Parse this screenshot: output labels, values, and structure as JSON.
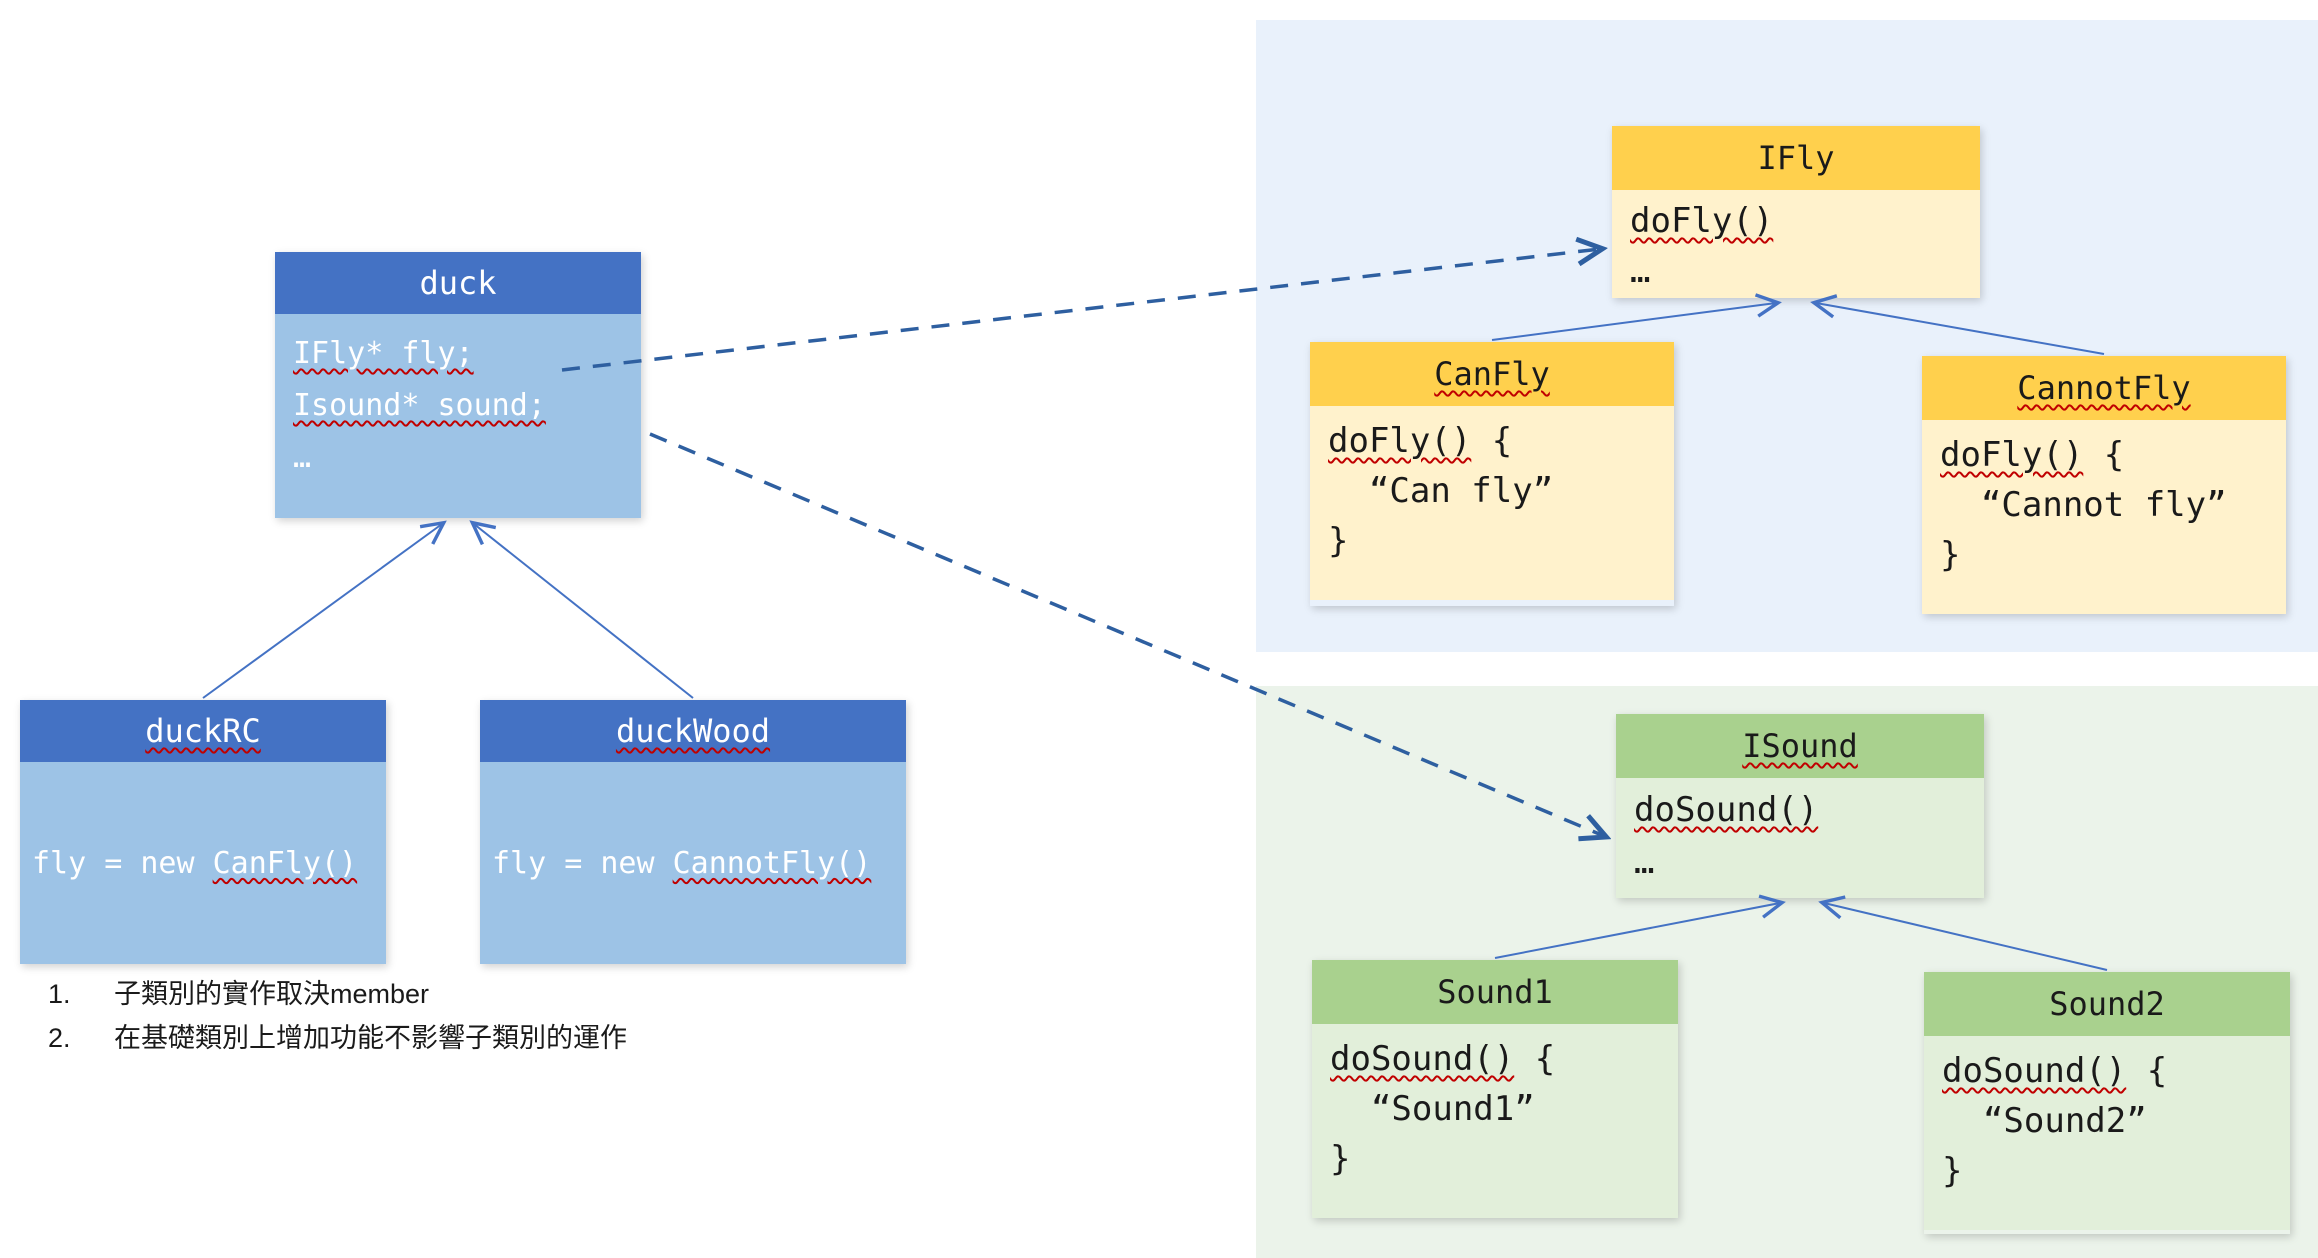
{
  "colors": {
    "blue_header": "#4472C4",
    "blue_body": "#9DC3E6",
    "yellow_header": "#FFD04D",
    "yellow_body": "#FFF2CC",
    "green_header": "#A9D18E",
    "green_body": "#E2EFDA",
    "fly_panel_bg": "#E9F1FB",
    "sound_panel_bg": "#EBF3EA",
    "inheritance_arrow": "#4472C4",
    "dashed_arrow": "#2E5FA0",
    "spellcheck_underline": "#C00000"
  },
  "classes": {
    "duck": {
      "title": "duck",
      "body": [
        {
          "segments": [
            {
              "text": "IFly* fly;",
              "wavy": true
            }
          ]
        },
        {
          "segments": [
            {
              "text": "Isound* sound;",
              "wavy": true
            }
          ]
        },
        {
          "segments": [
            {
              "text": "…",
              "wavy": false
            }
          ]
        }
      ]
    },
    "duckRC": {
      "title": "duckRC",
      "body": [
        {
          "segments": [
            {
              "text": "fly = new ",
              "wavy": false
            },
            {
              "text": "CanFly()",
              "wavy": true
            }
          ]
        }
      ]
    },
    "duckWood": {
      "title": "duckWood",
      "body": [
        {
          "segments": [
            {
              "text": "fly = new ",
              "wavy": false
            },
            {
              "text": "CannotFly()",
              "wavy": true
            }
          ]
        }
      ]
    },
    "IFly": {
      "title": "IFly",
      "body": [
        {
          "segments": [
            {
              "text": "doFly()",
              "wavy": true
            }
          ]
        },
        {
          "segments": [
            {
              "text": "…",
              "wavy": false
            }
          ]
        }
      ]
    },
    "CanFly": {
      "title": "CanFly",
      "body": [
        {
          "segments": [
            {
              "text": "doFly()",
              "wavy": true
            },
            {
              "text": " {",
              "wavy": false
            }
          ]
        },
        {
          "segments": [
            {
              "text": "  “Can fly”",
              "wavy": false
            }
          ]
        },
        {
          "segments": [
            {
              "text": "}",
              "wavy": false
            }
          ]
        }
      ]
    },
    "CannotFly": {
      "title": "CannotFly",
      "body": [
        {
          "segments": [
            {
              "text": "doFly()",
              "wavy": true
            },
            {
              "text": " {",
              "wavy": false
            }
          ]
        },
        {
          "segments": [
            {
              "text": "  “Cannot fly”",
              "wavy": false
            }
          ]
        },
        {
          "segments": [
            {
              "text": "}",
              "wavy": false
            }
          ]
        }
      ]
    },
    "ISound": {
      "title": "ISound",
      "body": [
        {
          "segments": [
            {
              "text": "doSound()",
              "wavy": true
            }
          ]
        },
        {
          "segments": [
            {
              "text": "…",
              "wavy": false
            }
          ]
        }
      ]
    },
    "Sound1": {
      "title": "Sound1",
      "body": [
        {
          "segments": [
            {
              "text": "doSound()",
              "wavy": true
            },
            {
              "text": " {",
              "wavy": false
            }
          ]
        },
        {
          "segments": [
            {
              "text": "  “Sound1”",
              "wavy": false
            }
          ]
        },
        {
          "segments": [
            {
              "text": "}",
              "wavy": false
            }
          ]
        }
      ]
    },
    "Sound2": {
      "title": "Sound2",
      "body": [
        {
          "segments": [
            {
              "text": "doSound()",
              "wavy": true
            },
            {
              "text": " {",
              "wavy": false
            }
          ]
        },
        {
          "segments": [
            {
              "text": "  “Sound2”",
              "wavy": false
            }
          ]
        },
        {
          "segments": [
            {
              "text": "}",
              "wavy": false
            }
          ]
        }
      ]
    }
  },
  "relations": [
    {
      "from": "duckRC",
      "to": "duck",
      "type": "inheritance"
    },
    {
      "from": "duckWood",
      "to": "duck",
      "type": "inheritance"
    },
    {
      "from": "CanFly",
      "to": "IFly",
      "type": "inheritance"
    },
    {
      "from": "CannotFly",
      "to": "IFly",
      "type": "inheritance"
    },
    {
      "from": "Sound1",
      "to": "ISound",
      "type": "inheritance"
    },
    {
      "from": "Sound2",
      "to": "ISound",
      "type": "inheritance"
    },
    {
      "from": "duck.fly",
      "to": "IFly",
      "type": "dashed-reference"
    },
    {
      "from": "duck.sound",
      "to": "ISound",
      "type": "dashed-reference"
    }
  ],
  "notes": [
    {
      "num": "1.",
      "text": "子類別的實作取決member"
    },
    {
      "num": "2.",
      "text": "在基礎類別上增加功能不影響子類別的運作"
    }
  ]
}
